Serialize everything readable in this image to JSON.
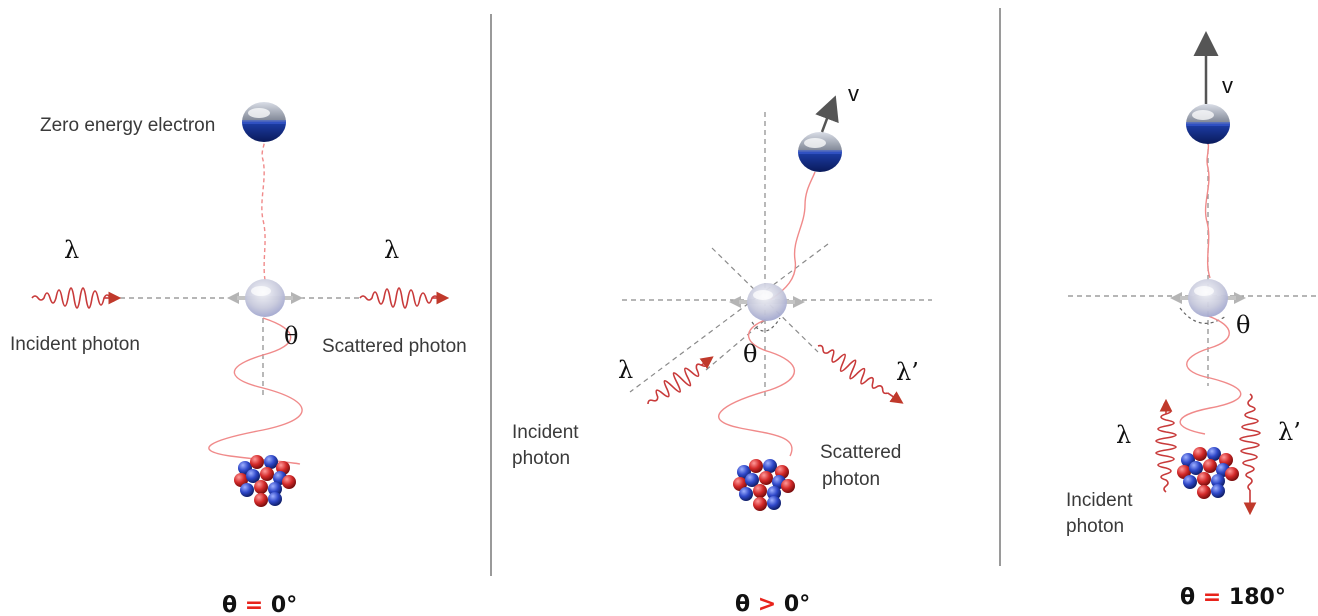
{
  "panels": [
    {
      "electron_label": "Zero energy electron",
      "incident_lambda": "λ",
      "scattered_lambda": "λ",
      "incident_label": "Incident photon",
      "scattered_label": "Scattered photon",
      "theta": "θ",
      "caption_theta": "θ",
      "caption_op": "=",
      "caption_value": "0°"
    },
    {
      "velocity": "v",
      "incident_lambda": "λ",
      "scattered_lambda": "λ’",
      "incident_label_1": "Incident",
      "incident_label_2": "photon",
      "scattered_label_1": "Scattered",
      "scattered_label_2": "photon",
      "theta": "θ",
      "caption_theta": "θ",
      "caption_op": ">",
      "caption_value": "0°"
    },
    {
      "velocity": "v",
      "incident_lambda": "λ",
      "scattered_lambda": "λ’",
      "incident_label_1": "Incident",
      "incident_label_2": "photon",
      "theta": "θ",
      "caption_theta": "θ",
      "caption_op": "=",
      "caption_value": "180°"
    }
  ],
  "colors": {
    "photon_wave": "#c83a3a",
    "caption_operator": "#e8231b",
    "electron_blue": "#1f3fa8",
    "proton": "#d42a2a",
    "neutron": "#2f48c9"
  }
}
